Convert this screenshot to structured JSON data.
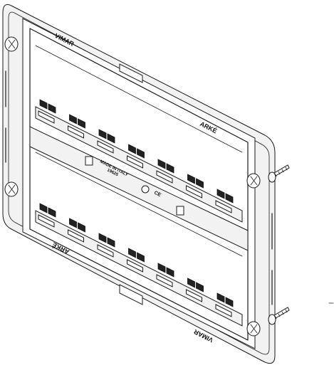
{
  "drawing": {
    "brand_top": "VIMAR",
    "brand_bottom": "VIMAR",
    "model_top": "ARKÉ",
    "model_bottom": "ARKÉ",
    "made_in": "MADE IN ITALY",
    "code": "19625",
    "ce_mark": "CE",
    "stroke_color": "#1a1a1a",
    "background_color": "#ffffff"
  }
}
